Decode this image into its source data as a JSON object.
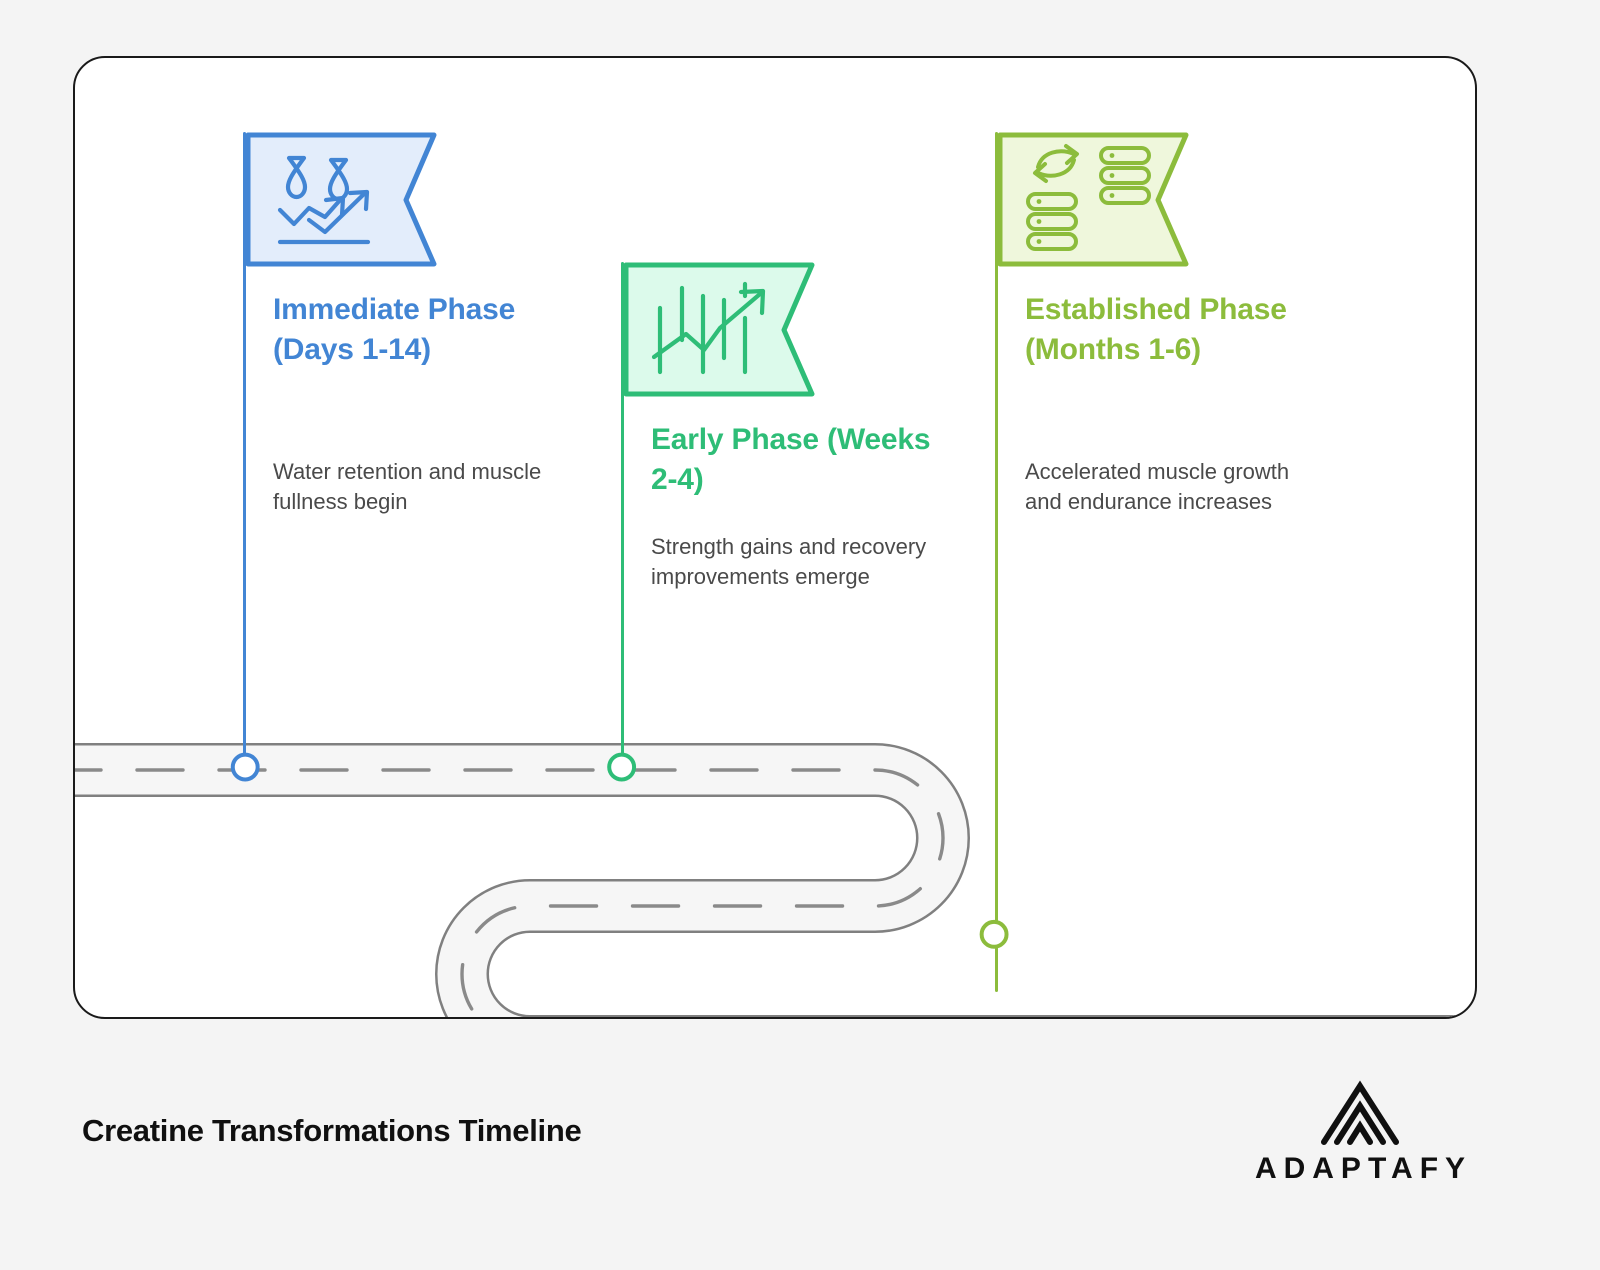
{
  "page": {
    "background_color": "#f4f4f4",
    "card_background": "#ffffff",
    "card_border_color": "#1a1a1a"
  },
  "road": {
    "fill": "#f4f4f4",
    "edge_color": "#808080",
    "dash_color": "#808080",
    "shape": "serpentine"
  },
  "milestones": [
    {
      "id": "immediate-phase",
      "title": "Immediate Phase (Days 1-14)",
      "description": "Water retention and muscle fullness begin",
      "color": "#4285d4",
      "flag_fill": "#e3edfb",
      "icon": "water-drops-growth-arrow-icon",
      "marker_label": "immediate-phase-marker"
    },
    {
      "id": "early-phase",
      "title": "Early Phase (Weeks 2-4)",
      "description": "Strength gains and recovery improvements emerge",
      "color": "#2ebd77",
      "flag_fill": "#dcfaeb",
      "icon": "bar-chart-trend-arrow-icon",
      "marker_label": "early-phase-marker"
    },
    {
      "id": "established-phase",
      "title": "Established Phase (Months 1-6)",
      "description": "Accelerated muscle growth and endurance increases",
      "color": "#8cbc3c",
      "flag_fill": "#eff7dc",
      "icon": "data-transfer-servers-icon",
      "marker_label": "established-phase-marker"
    }
  ],
  "footer": {
    "title": "Creatine Transformations Timeline",
    "brand_name": "ADAPTAFY",
    "brand_mark": "nested-arches-logo"
  }
}
